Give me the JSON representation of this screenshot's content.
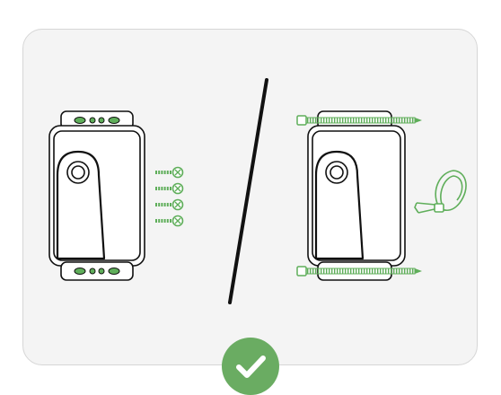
{
  "colors": {
    "background": "#ffffff",
    "card": "#f4f4f4",
    "card_border": "#d6d6d6",
    "line": "#111111",
    "accent": "#5fae5a",
    "badge": "#6aac62",
    "badge_mark": "#ffffff"
  },
  "icons": {
    "left_device": "wall-mount-device-icon",
    "screws": "screw-icon",
    "right_device": "pole-mount-device-icon",
    "cable_tie": "cable-tie-icon",
    "divider": "slash-divider",
    "badge": "checkmark-icon"
  },
  "options": [
    {
      "mount": "screws",
      "count": 4
    },
    {
      "mount": "cable-ties",
      "count": 2
    }
  ]
}
